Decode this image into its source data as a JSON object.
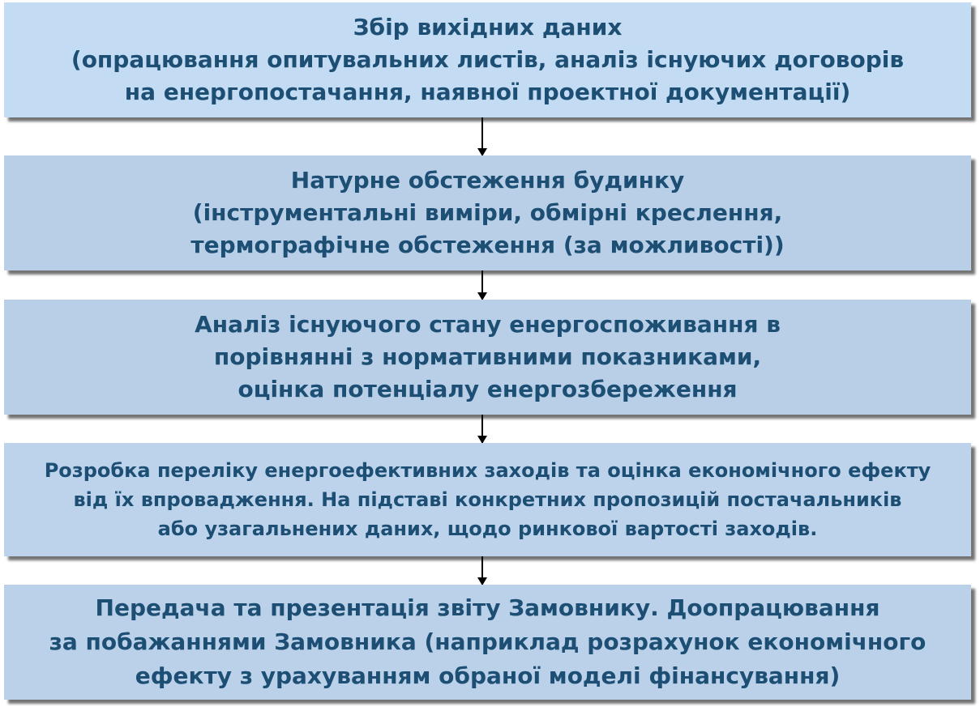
{
  "steps": [
    {
      "lines": [
        "Збір вихідних даних",
        "(опрацювання опитувальних листів, аналіз існуючих договорів",
        "на енергопостачання, наявної проектної документації)"
      ]
    },
    {
      "lines": [
        "Натурне обстеження будинку",
        "(інструментальні виміри, обмірні креслення,",
        "термографічне обстеження (за можливості))"
      ]
    },
    {
      "lines": [
        "Аналіз існуючого стану енергоспоживання в",
        "порівнянні з нормативними показниками,",
        "оцінка потенціалу енергозбереження"
      ]
    },
    {
      "lines": [
        "Розробка переліку енергоефективних заходів та оцінка економічного ефекту",
        "від їх впровадження. На підставі конкретних пропозицій постачальників",
        "або узагальнених даних, щодо ринкової вартості заходів."
      ]
    },
    {
      "lines": [
        "Передача та презентація звіту Замовнику. Доопрацювання",
        "за побажаннями Замовника (наприклад розрахунок економічного",
        "ефекту з урахуванням обраної моделі фінансування)"
      ]
    }
  ],
  "colors": {
    "text": "#1d4f74",
    "box_light": "#c3dbf3",
    "box": "#b8cfe7",
    "arrow": "#000000"
  }
}
